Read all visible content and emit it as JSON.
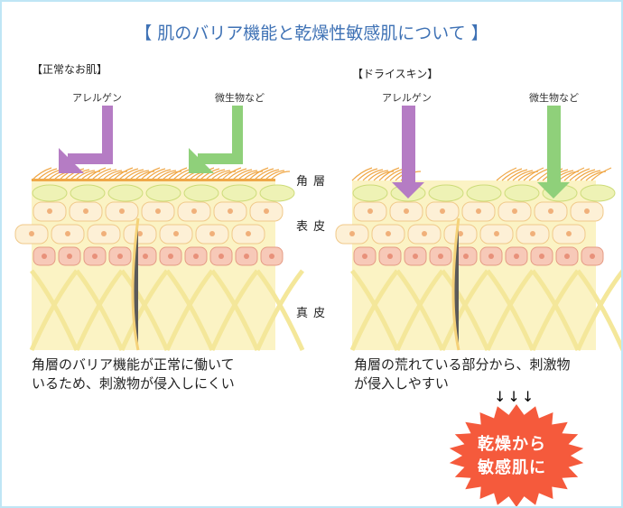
{
  "title": "【 肌のバリア機能と乾燥性敏感肌について 】",
  "panels": [
    {
      "heading": "【正常なお肌】",
      "allergen_label": "アレルゲン",
      "microbe_label": "微生物など",
      "caption_lines": [
        "角層のバリア機能が正常に働いて",
        "いるため、刺激物が侵入しにくい"
      ]
    },
    {
      "heading": "【ドライスキン】",
      "allergen_label": "アレルゲン",
      "microbe_label": "微生物など",
      "caption_lines": [
        "角層の荒れている部分から、刺激物",
        "が侵入しやすい"
      ]
    }
  ],
  "layers": {
    "corneum": "角層",
    "epidermis": "表皮",
    "dermis": "真皮"
  },
  "down_arrows": "↓↓↓",
  "result": {
    "line1": "乾燥から",
    "line2": "敏感肌に"
  },
  "colors": {
    "title": "#3f72b5",
    "allergen": "#b57cc4",
    "microbe": "#8fd07a",
    "burst": "#f55a3c"
  }
}
